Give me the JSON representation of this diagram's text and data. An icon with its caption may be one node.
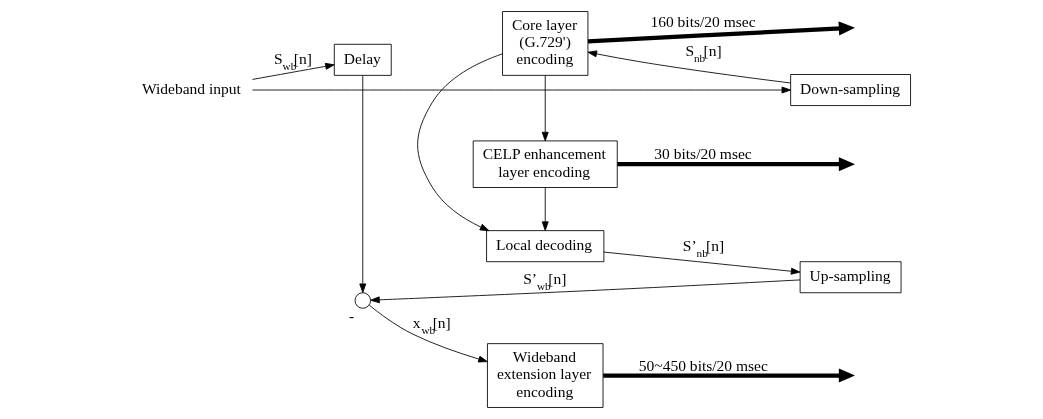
{
  "diagram": {
    "nodes": [
      {
        "text": [
          "Wideband input"
        ]
      },
      {
        "text": [
          "Down-sampling"
        ]
      },
      {
        "text": [
          "Core layer (G.729') encoding"
        ]
      },
      {
        "text": [
          "CELP enhancement layer encoding"
        ]
      },
      {
        "text": [
          "Delay"
        ]
      },
      {
        "text": [],
        "shape": "circle",
        "beside": [
          "-"
        ]
      },
      {
        "text": [
          "Up-sampling"
        ]
      },
      {
        "text": [
          "Local decoding"
        ]
      },
      {
        "text": [
          "Wideband extension layer encoding"
        ]
      }
    ],
    "edges": [
      {
        "from": 0,
        "to": 1,
        "arrow": "to"
      },
      {
        "from": 0,
        "to": 4,
        "arrow": "to",
        "label": "S$_{wb}$[n]"
      },
      {
        "from": 1,
        "to": 2,
        "arrow": "to",
        "label": "S$_{nb}$[n]"
      },
      {
        "from": 2,
        "to": null,
        "arrow": "to",
        "label": "160 bits/20 msec",
        "style": "thick"
      },
      {
        "from": 2,
        "to": 3,
        "arrow": "to"
      },
      {
        "from": 3,
        "to": null,
        "arrow": "to",
        "label": "30 bits/20 msec",
        "style": "thick"
      },
      {
        "from": 3,
        "to": 7,
        "arrow": "to"
      },
      {
        "from": 2,
        "to": 7,
        "arrow": "to"
      },
      {
        "from": 7,
        "to": 6,
        "arrow": "to",
        "label": "S’$_{nb}$[n]"
      },
      {
        "from": 6,
        "to": 5,
        "arrow": "to",
        "label": "S’$_{wb}$[n]"
      },
      {
        "from": 4,
        "to": 5,
        "arrow": "to"
      },
      {
        "from": 5,
        "to": 8,
        "arrow": "to",
        "label": "x$_{wb}$[n]"
      },
      {
        "from": 8,
        "to": null,
        "arrow": "to",
        "label": "50~450 bits/20 msec",
        "style": "thick"
      }
    ]
  }
}
